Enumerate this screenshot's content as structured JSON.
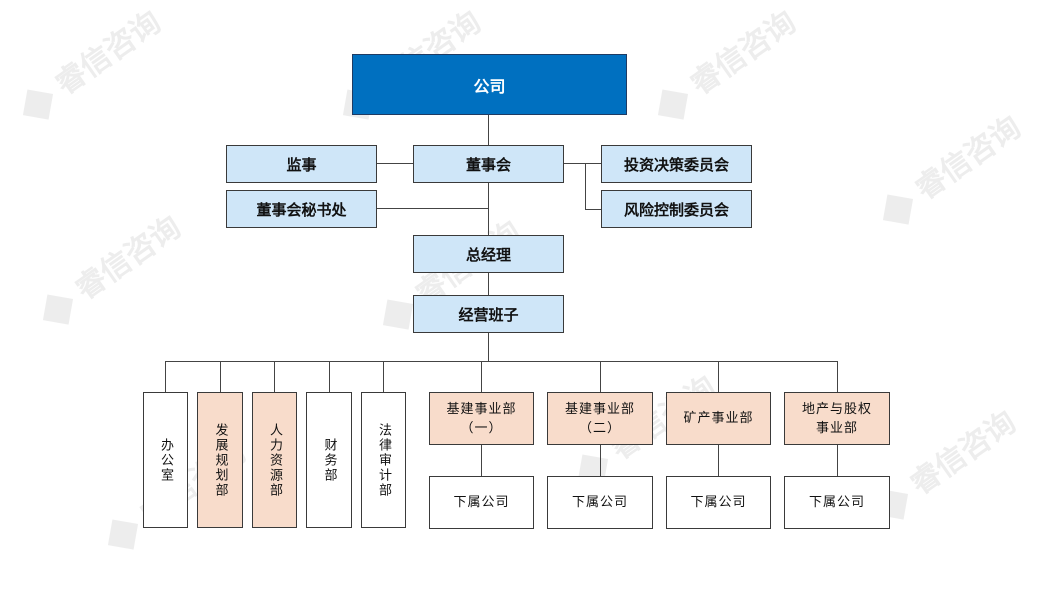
{
  "watermark": "睿信咨询",
  "nodes": {
    "company": "公司",
    "supervisor": "监事",
    "board": "董事会",
    "board_secretary": "董事会秘书处",
    "investment_committee": "投资决策委员会",
    "risk_committee": "风险控制委员会",
    "general_manager": "总经理",
    "management_team": "经营班子",
    "office": "办公室",
    "development_planning": "发展规划部",
    "human_resources": "人力资源部",
    "finance": "财务部",
    "legal_audit": "法律审计部",
    "infra_1": "基建事业部\n（一）",
    "infra_2": "基建事业部\n（二）",
    "mining": "矿产事业部",
    "realestate_equity": "地产与股权\n事业部",
    "subsidiary_1": "下属公司",
    "subsidiary_2": "下属公司",
    "subsidiary_3": "下属公司",
    "subsidiary_4": "下属公司"
  }
}
